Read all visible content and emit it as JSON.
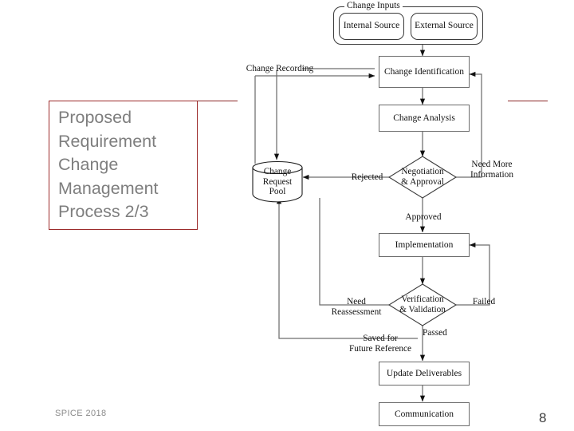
{
  "slide": {
    "title_lines": "Proposed\nRequirement\nChange\nManagement\nProcess 2/3",
    "footer": "SPICE 2018",
    "page_number": "8",
    "accent_color": "#8b2727",
    "title_text_color": "#7e7e7e"
  },
  "diagram": {
    "group": {
      "label": "Change Inputs",
      "items": [
        {
          "label": "Internal\nSource"
        },
        {
          "label": "External\nSource"
        }
      ]
    },
    "nodes": [
      {
        "id": "change-identification",
        "label": "Change\nIdentification",
        "shape": "rect"
      },
      {
        "id": "change-analysis",
        "label": "Change Analysis",
        "shape": "rect"
      },
      {
        "id": "negotiation-approval",
        "label": "Negotiation\n& Approval",
        "shape": "diamond"
      },
      {
        "id": "change-request-pool",
        "label": "Change\nRequest\nPool",
        "shape": "cylinder"
      },
      {
        "id": "implementation",
        "label": "Implementation",
        "shape": "rect"
      },
      {
        "id": "verification-validation",
        "label": "Verification\n& Validation",
        "shape": "diamond"
      },
      {
        "id": "update-deliverables",
        "label": "Update Deliverables",
        "shape": "rect"
      },
      {
        "id": "communication",
        "label": "Communication",
        "shape": "rect"
      }
    ],
    "edge_labels": [
      {
        "id": "change-recording",
        "text": "Change Recording"
      },
      {
        "id": "rejected",
        "text": "Rejected"
      },
      {
        "id": "need-more-information",
        "text": "Need More\nInformation"
      },
      {
        "id": "approved",
        "text": "Approved"
      },
      {
        "id": "failed",
        "text": "Failed"
      },
      {
        "id": "need-reassessment",
        "text": "Need\nReassessment"
      },
      {
        "id": "passed",
        "text": "Passed"
      },
      {
        "id": "saved-for-future-reference",
        "text": "Saved for\nFuture Reference"
      }
    ]
  }
}
